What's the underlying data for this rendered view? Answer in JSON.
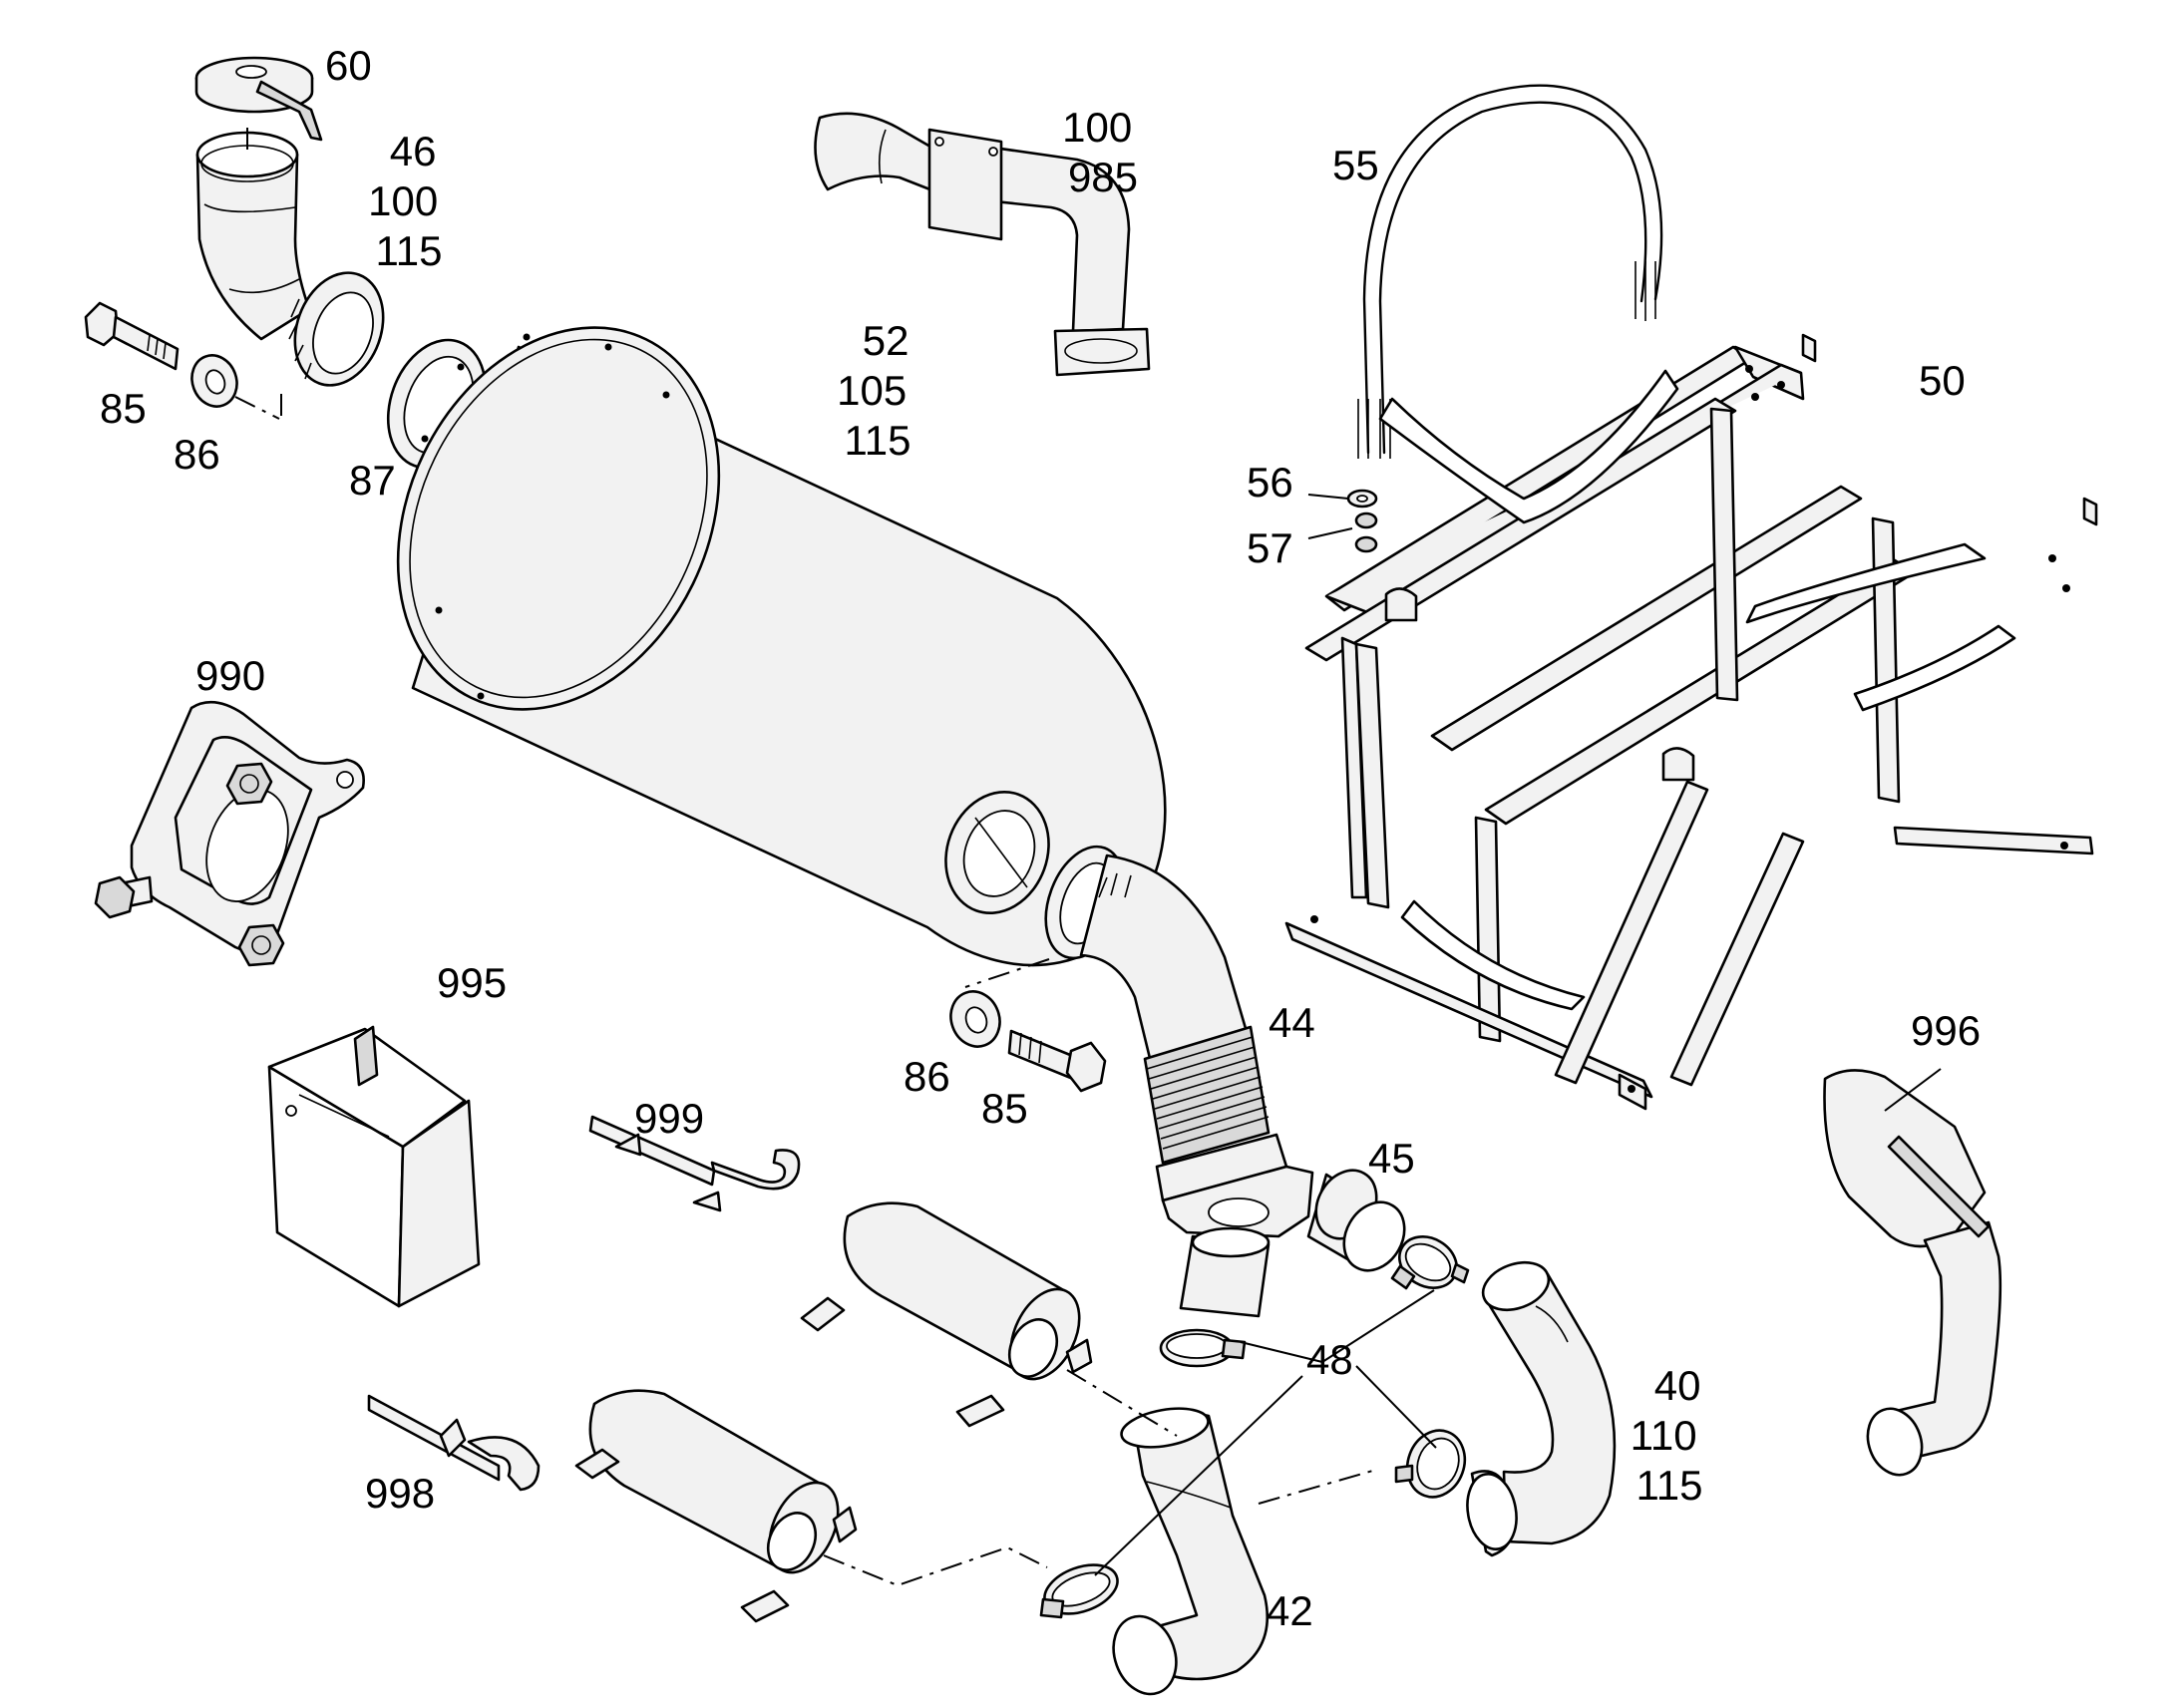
{
  "diagram": {
    "callouts": [
      {
        "id": "c60",
        "lines": [
          "60"
        ]
      },
      {
        "id": "c46",
        "lines": [
          "46",
          "100",
          "115"
        ]
      },
      {
        "id": "c85a",
        "lines": [
          "85"
        ]
      },
      {
        "id": "c86a",
        "lines": [
          "86"
        ]
      },
      {
        "id": "c87",
        "lines": [
          "87"
        ]
      },
      {
        "id": "c100",
        "lines": [
          "100",
          "985"
        ]
      },
      {
        "id": "c52",
        "lines": [
          "52",
          "105",
          "115"
        ]
      },
      {
        "id": "c55",
        "lines": [
          "55"
        ]
      },
      {
        "id": "c50",
        "lines": [
          "50"
        ]
      },
      {
        "id": "c56",
        "lines": [
          "56"
        ]
      },
      {
        "id": "c57",
        "lines": [
          "57"
        ]
      },
      {
        "id": "c990",
        "lines": [
          "990"
        ]
      },
      {
        "id": "c995",
        "lines": [
          "995"
        ]
      },
      {
        "id": "c44",
        "lines": [
          "44"
        ]
      },
      {
        "id": "c86b",
        "lines": [
          "86"
        ]
      },
      {
        "id": "c85b",
        "lines": [
          "85"
        ]
      },
      {
        "id": "c996",
        "lines": [
          "996"
        ]
      },
      {
        "id": "c999",
        "lines": [
          "999"
        ]
      },
      {
        "id": "c45",
        "lines": [
          "45"
        ]
      },
      {
        "id": "c48",
        "lines": [
          "48"
        ]
      },
      {
        "id": "c40",
        "lines": [
          "40",
          "110",
          "115"
        ]
      },
      {
        "id": "c998",
        "lines": [
          "998"
        ]
      },
      {
        "id": "c42",
        "lines": [
          "42"
        ]
      }
    ]
  }
}
